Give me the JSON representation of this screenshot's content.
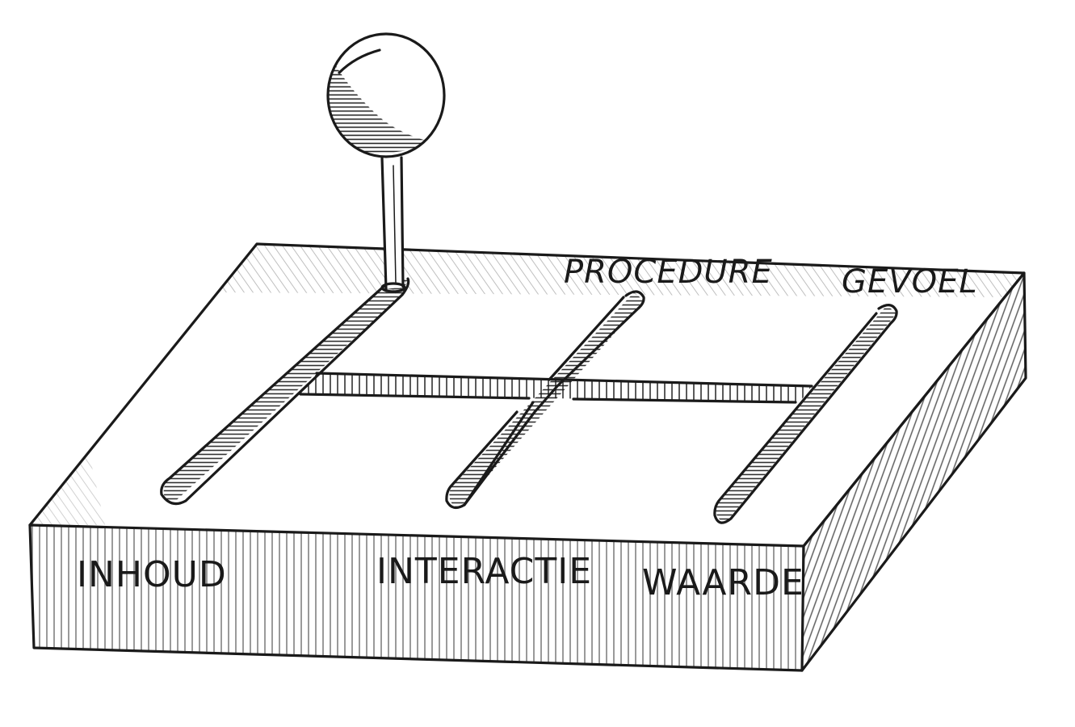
{
  "diagram": {
    "labels": {
      "inhoud": "INHOUD",
      "interactie": "INTERACTIE",
      "waarde": "WAARDE",
      "procedure": "PROCEDURE",
      "gevoel": "GEVOEL"
    },
    "colors": {
      "ink": "#1a1a1a",
      "paper": "#ffffff"
    }
  }
}
